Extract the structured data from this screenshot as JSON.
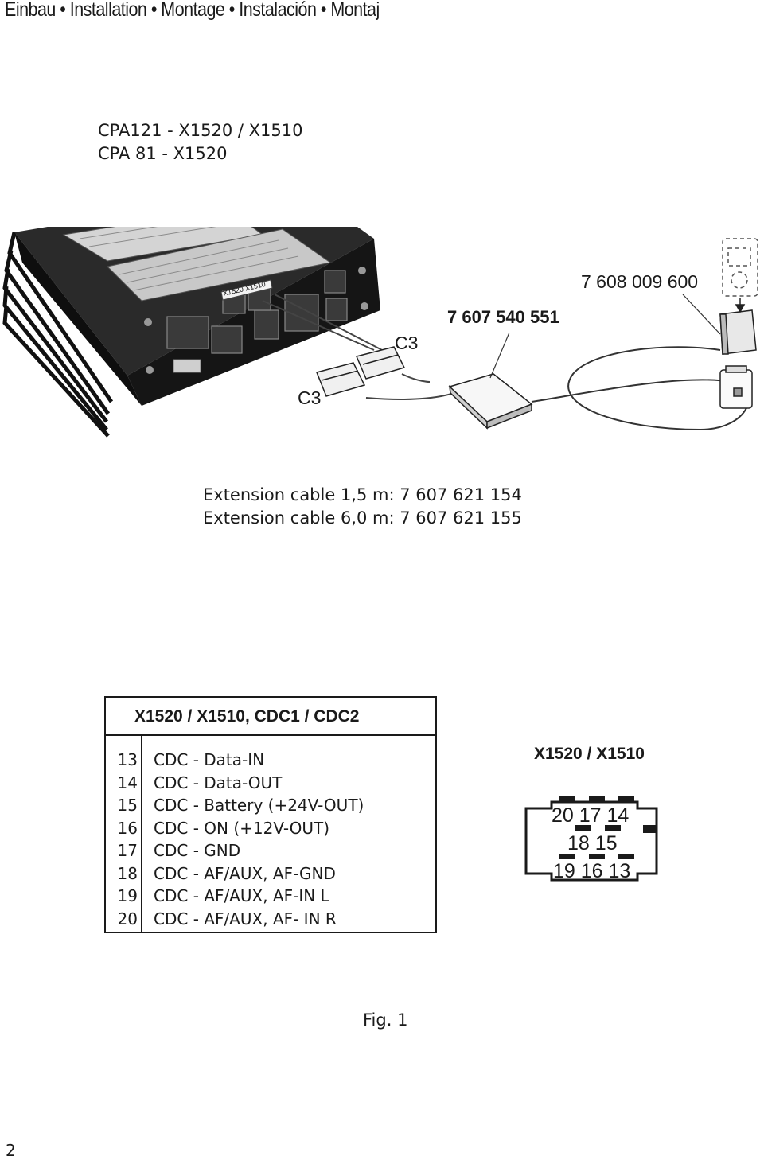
{
  "header": {
    "text": "Einbau • Installation • Montage • Instalación • Montaj"
  },
  "compat": {
    "line1": "CPA121 - X1520 / X1510",
    "line2": "CPA 81  - X1520"
  },
  "illustration": {
    "amp_label": "X1520  X1510",
    "callout_c3_right": "C3",
    "callout_c3_left": "C3",
    "callout_part_adapter": "7 607 540 551",
    "callout_part_dock": "7 608 009 600"
  },
  "extension": {
    "line1": "Extension cable 1,5 m: 7 607 621 154",
    "line2": "Extension cable 6,0 m: 7 607 621 155"
  },
  "pin_table": {
    "title": "X1520 / X1510, CDC1 / CDC2",
    "rows": [
      {
        "pin": "13",
        "desc": "CDC - Data-IN"
      },
      {
        "pin": "14",
        "desc": "CDC - Data-OUT"
      },
      {
        "pin": "15",
        "desc": "CDC - Battery (+24V-OUT)"
      },
      {
        "pin": "16",
        "desc": "CDC - ON (+12V-OUT)"
      },
      {
        "pin": "17",
        "desc": "CDC - GND"
      },
      {
        "pin": "18",
        "desc": "CDC - AF/AUX, AF-GND"
      },
      {
        "pin": "19",
        "desc": "CDC - AF/AUX, AF-IN L"
      },
      {
        "pin": "20",
        "desc": "CDC - AF/AUX, AF- IN R"
      }
    ]
  },
  "connector": {
    "title": "X1520 / X1510",
    "row1": "20 17 14",
    "row2": "18 15",
    "row3": "19 16 13"
  },
  "figure_caption": "Fig. 1",
  "page_number": "2"
}
